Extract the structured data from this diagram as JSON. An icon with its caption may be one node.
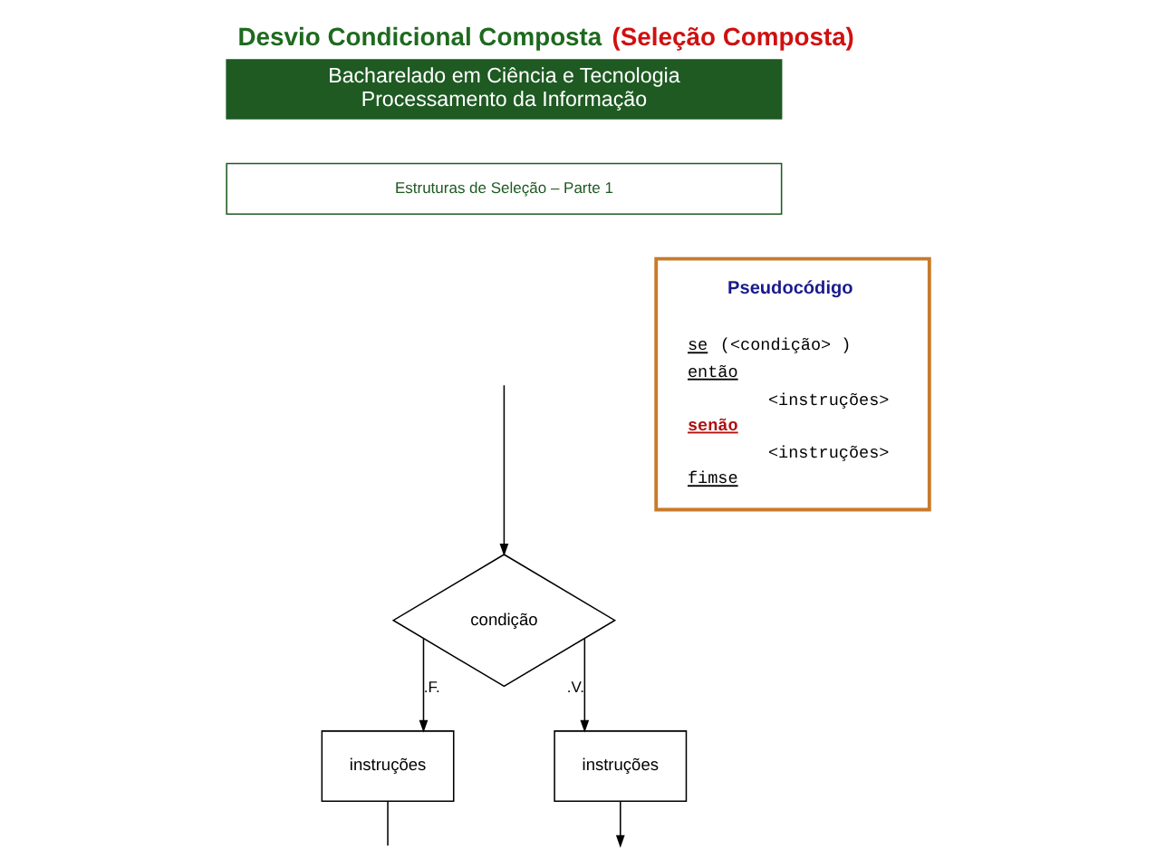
{
  "diagram": {
    "title": "Desvio Condicional Composta (Seleção Composta)",
    "nodes": [
      {
        "text": [
          "Bacharelado em Ciência e Tecnologia",
          "Processamento da Informação"
        ]
      },
      {
        "text": [
          "Estruturas de Seleção – Parte 1"
        ]
      },
      {
        "text": [
          "condição"
        ]
      },
      {
        "text": [
          "instruções"
        ]
      },
      {
        "text": [
          "instruções"
        ]
      },
      {
        "text": [
          "Pseudocódigo",
          "se (<condição> )",
          "então",
          "<instruções>",
          "senão",
          "<instruções>",
          "fimse"
        ]
      }
    ],
    "edges": [
      {
        "from": null,
        "to": 2,
        "arrow": "to"
      },
      {
        "from": 2,
        "to": 3,
        "label": ".V.",
        "arrow": "to"
      },
      {
        "from": 2,
        "to": 4,
        "label": ".F.",
        "arrow": "to"
      },
      {
        "from": 4,
        "to": null,
        "arrow": "none"
      },
      {
        "from": 3,
        "to": null,
        "arrow": "to"
      }
    ]
  }
}
